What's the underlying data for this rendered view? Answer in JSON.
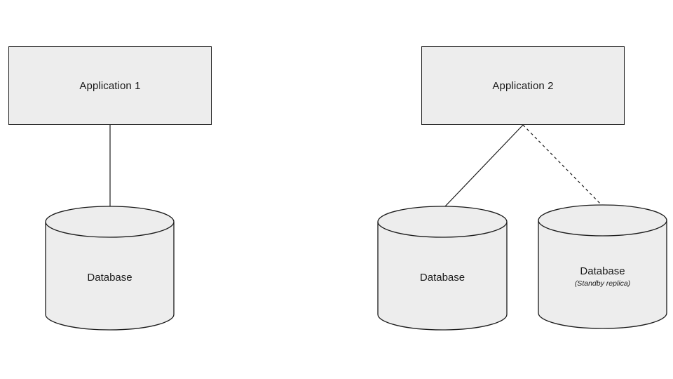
{
  "diagram": {
    "background_color": "#ffffff",
    "node_fill_color": "#ededed",
    "node_stroke_color": "#1a1a1a",
    "text_color": "#1a1a1a",
    "nodes": {
      "app1": {
        "type": "rectangle",
        "label": "Application 1"
      },
      "app2": {
        "type": "rectangle",
        "label": "Application 2"
      },
      "db1": {
        "type": "cylinder",
        "label": "Database"
      },
      "db2": {
        "type": "cylinder",
        "label": "Database"
      },
      "db3": {
        "type": "cylinder",
        "label": "Database",
        "sublabel": "(Standby replica)"
      }
    },
    "connections": [
      {
        "from": "app1",
        "to": "db1",
        "style": "solid"
      },
      {
        "from": "app2",
        "to": "db2",
        "style": "solid"
      },
      {
        "from": "app2",
        "to": "db3",
        "style": "dashed"
      }
    ]
  }
}
